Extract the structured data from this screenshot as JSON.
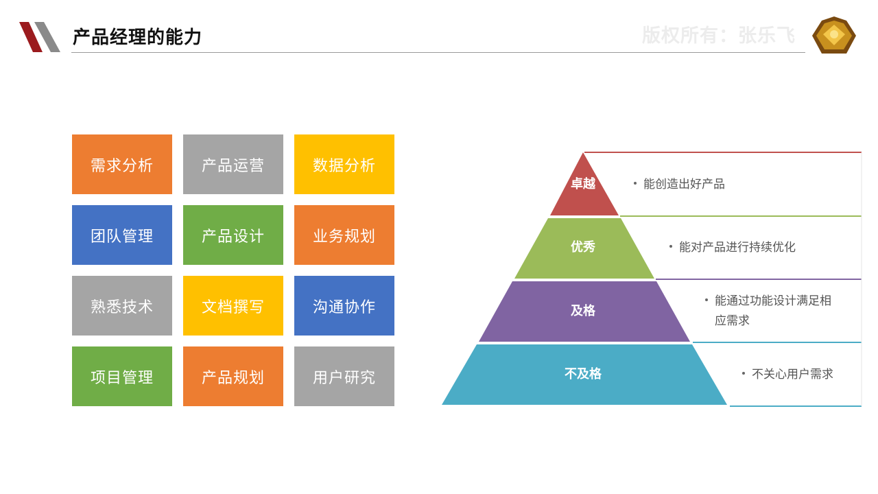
{
  "header": {
    "title": "产品经理的能力",
    "watermark": "版权所有：张乐飞"
  },
  "colors": {
    "orange": "#ED7D31",
    "gray": "#A5A5A5",
    "yellow": "#FFC000",
    "blue": "#4472C4",
    "green": "#70AD47",
    "accent_red": "#9B1B1E",
    "pyramid_red": "#C0504D",
    "pyramid_green": "#9BBB59",
    "pyramid_purple": "#8064A2",
    "pyramid_cyan": "#4BACC6"
  },
  "skills": [
    {
      "label": "需求分析",
      "color": "#ED7D31"
    },
    {
      "label": "产品运营",
      "color": "#A5A5A5"
    },
    {
      "label": "数据分析",
      "color": "#FFC000"
    },
    {
      "label": "团队管理",
      "color": "#4472C4"
    },
    {
      "label": "产品设计",
      "color": "#70AD47"
    },
    {
      "label": "业务规划",
      "color": "#ED7D31"
    },
    {
      "label": "熟悉技术",
      "color": "#A5A5A5"
    },
    {
      "label": "文档撰写",
      "color": "#FFC000"
    },
    {
      "label": "沟通协作",
      "color": "#4472C4"
    },
    {
      "label": "项目管理",
      "color": "#70AD47"
    },
    {
      "label": "产品规划",
      "color": "#ED7D31"
    },
    {
      "label": "用户研究",
      "color": "#A5A5A5"
    }
  ],
  "pyramid": [
    {
      "label": "卓越",
      "desc": [
        "能创造出好产品"
      ],
      "color": "#C0504D"
    },
    {
      "label": "优秀",
      "desc": [
        "能对产品进行持续优化"
      ],
      "color": "#9BBB59"
    },
    {
      "label": "及格",
      "desc": [
        "能通过功能设计满足相",
        "应需求"
      ],
      "color": "#8064A2"
    },
    {
      "label": "不及格",
      "desc": [
        "不关心用户需求"
      ],
      "color": "#4BACC6"
    }
  ]
}
